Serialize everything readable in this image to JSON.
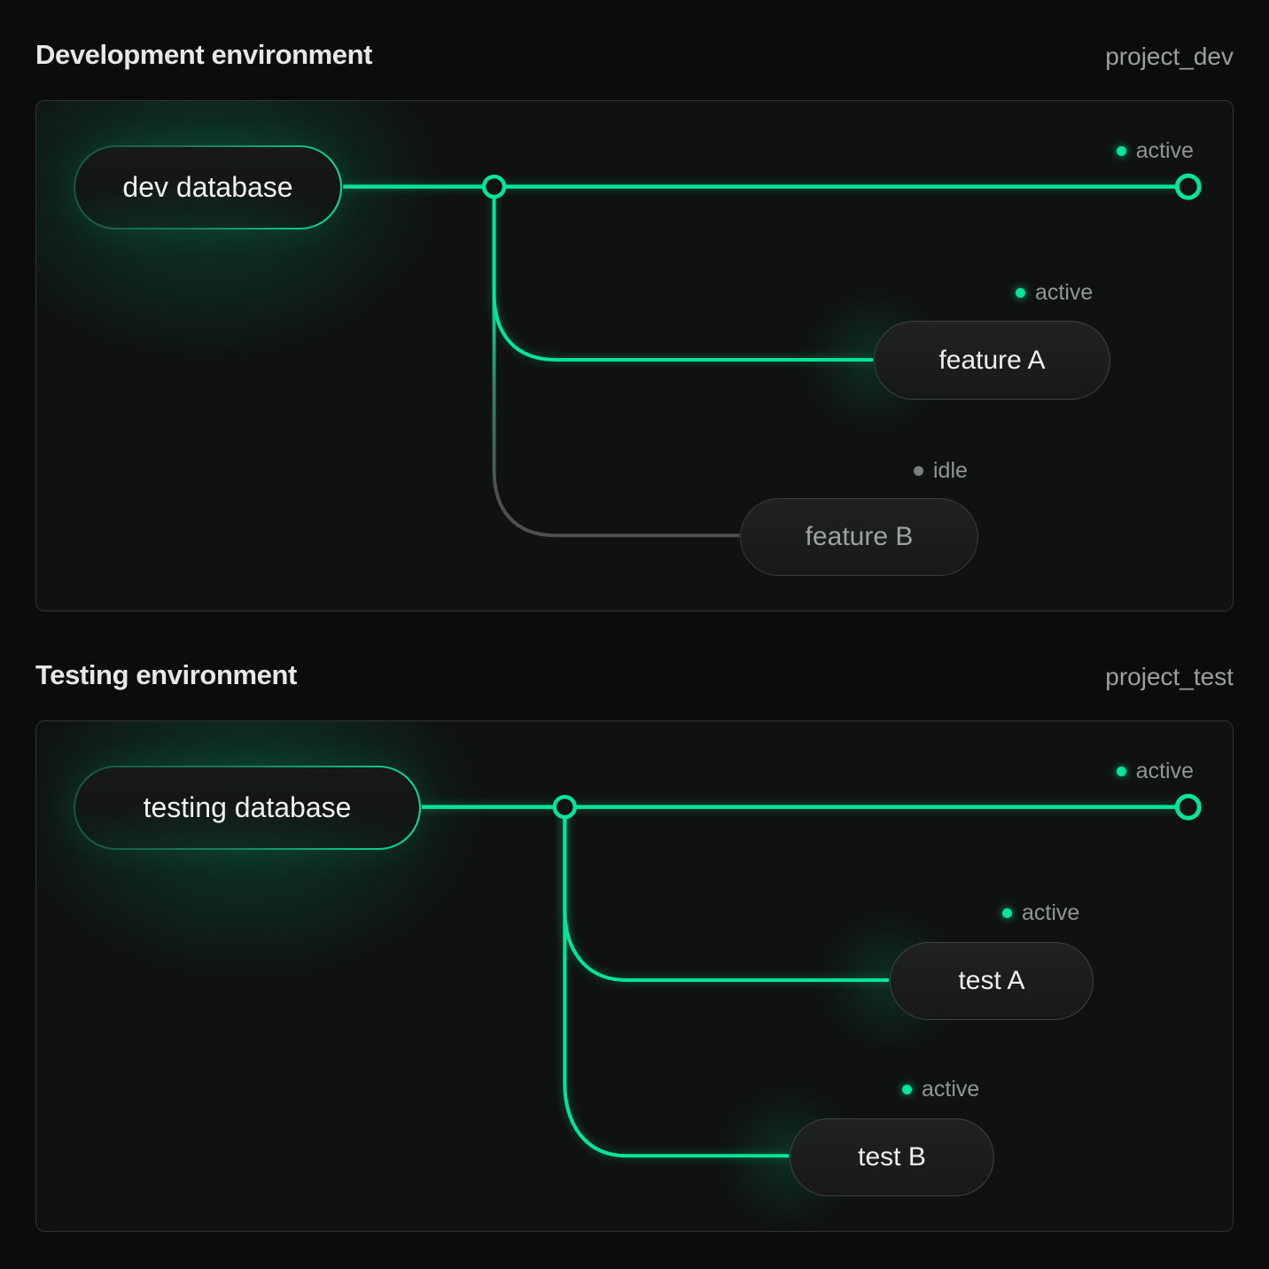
{
  "colors": {
    "accent_green": "#00e599",
    "idle_gray": "#7a817e",
    "inactive_line": "#4c514f",
    "panel_border": "#313533",
    "status_text": "#8f9694"
  },
  "panels": [
    {
      "title": "Development environment",
      "project": "project_dev",
      "root": {
        "label": "dev database"
      },
      "main_branch": {
        "status": "active"
      },
      "branches": [
        {
          "label": "feature A",
          "status": "active"
        },
        {
          "label": "feature B",
          "status": "idle"
        }
      ]
    },
    {
      "title": "Testing environment",
      "project": "project_test",
      "root": {
        "label": "testing database"
      },
      "main_branch": {
        "status": "active"
      },
      "branches": [
        {
          "label": "test A",
          "status": "active"
        },
        {
          "label": "test B",
          "status": "active"
        }
      ]
    }
  ]
}
